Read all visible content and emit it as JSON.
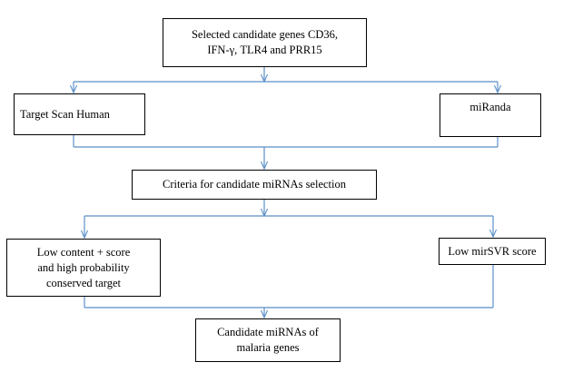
{
  "diagram": {
    "line_color": "#5b8fc7",
    "border_color": "#000000",
    "nodes": {
      "selected_genes": [
        "Selected candidate genes CD36,",
        "IFN-γ, TLR4 and PRR15"
      ],
      "target_scan": [
        "Target Scan Human"
      ],
      "miranda": [
        "miRanda"
      ],
      "criteria": [
        "Criteria for candidate miRNAs selection"
      ],
      "low_content": [
        "Low content + score",
        "and high probability",
        "conserved target"
      ],
      "mirsvr": [
        "Low mirSVR score"
      ],
      "candidate": [
        "Candidate miRNAs of",
        "malaria genes"
      ]
    }
  }
}
